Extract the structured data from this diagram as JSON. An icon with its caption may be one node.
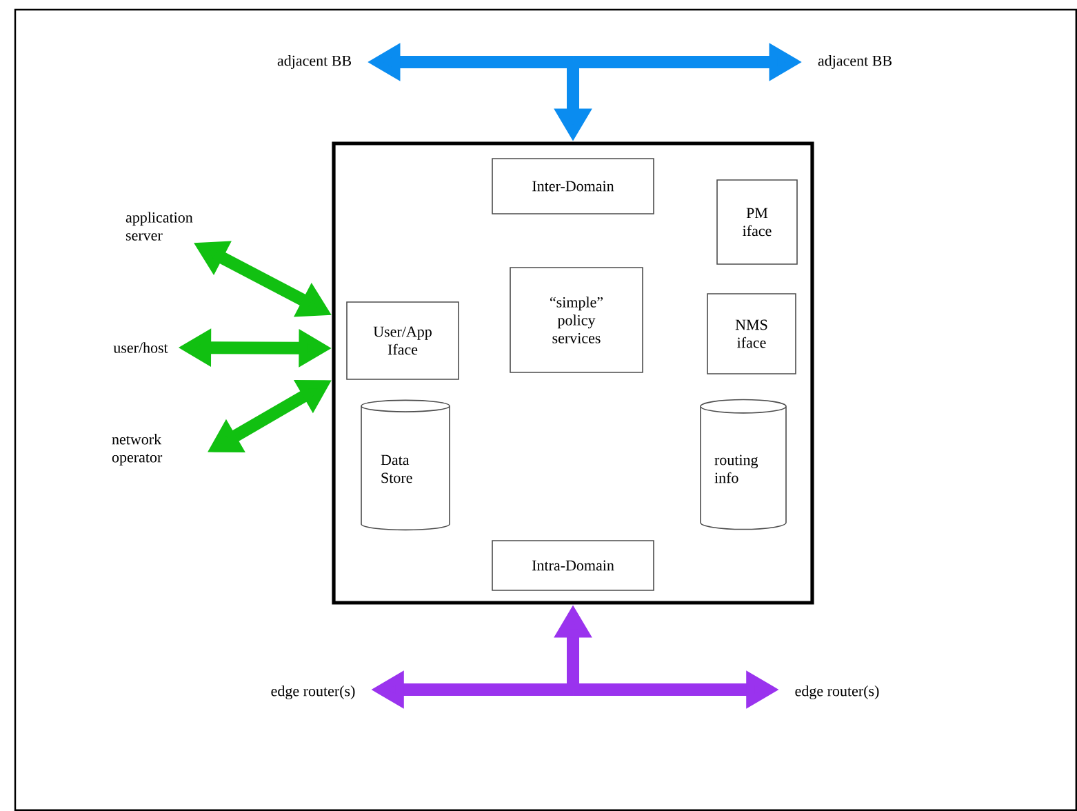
{
  "diagram": {
    "nodes": [
      {
        "text": [
          "adjacent BB"
        ]
      },
      {
        "text": [
          "adjacent BB"
        ]
      },
      {
        "text": [],
        "shape": "box"
      },
      {
        "text": [
          "Inter-Domain"
        ],
        "in": 2
      },
      {
        "text": [
          "PM iface"
        ],
        "in": 2
      },
      {
        "text": [
          "User/App Iface"
        ],
        "in": 2
      },
      {
        "text": [
          "“simple” policy services"
        ],
        "in": 2
      },
      {
        "text": [
          "NMS iface"
        ],
        "in": 2
      },
      {
        "text": [
          "Data Store"
        ],
        "in": 2
      },
      {
        "text": [
          "routing info"
        ],
        "in": 2
      },
      {
        "text": [
          "Intra-Domain"
        ],
        "in": 2
      },
      {
        "text": [
          "application server"
        ]
      },
      {
        "text": [
          "user/host"
        ]
      },
      {
        "text": [
          "network operator"
        ]
      },
      {
        "text": [
          "edge router(s)"
        ]
      },
      {
        "text": [
          "edge router(s)"
        ]
      }
    ],
    "edges": [
      {
        "from": 0,
        "to": 2,
        "arrow": "both",
        "color": "#0a8cf0"
      },
      {
        "from": 1,
        "to": 2,
        "arrow": "both",
        "color": "#0a8cf0"
      },
      {
        "from": 11,
        "to": 2,
        "arrow": "both",
        "color": "#11c011"
      },
      {
        "from": 12,
        "to": 2,
        "arrow": "both",
        "color": "#11c011"
      },
      {
        "from": 13,
        "to": 2,
        "arrow": "both",
        "color": "#11c011"
      },
      {
        "from": 14,
        "to": 2,
        "arrow": "both",
        "color": "#9a33ee"
      },
      {
        "from": 15,
        "to": 2,
        "arrow": "both",
        "color": "#9a33ee"
      }
    ]
  }
}
